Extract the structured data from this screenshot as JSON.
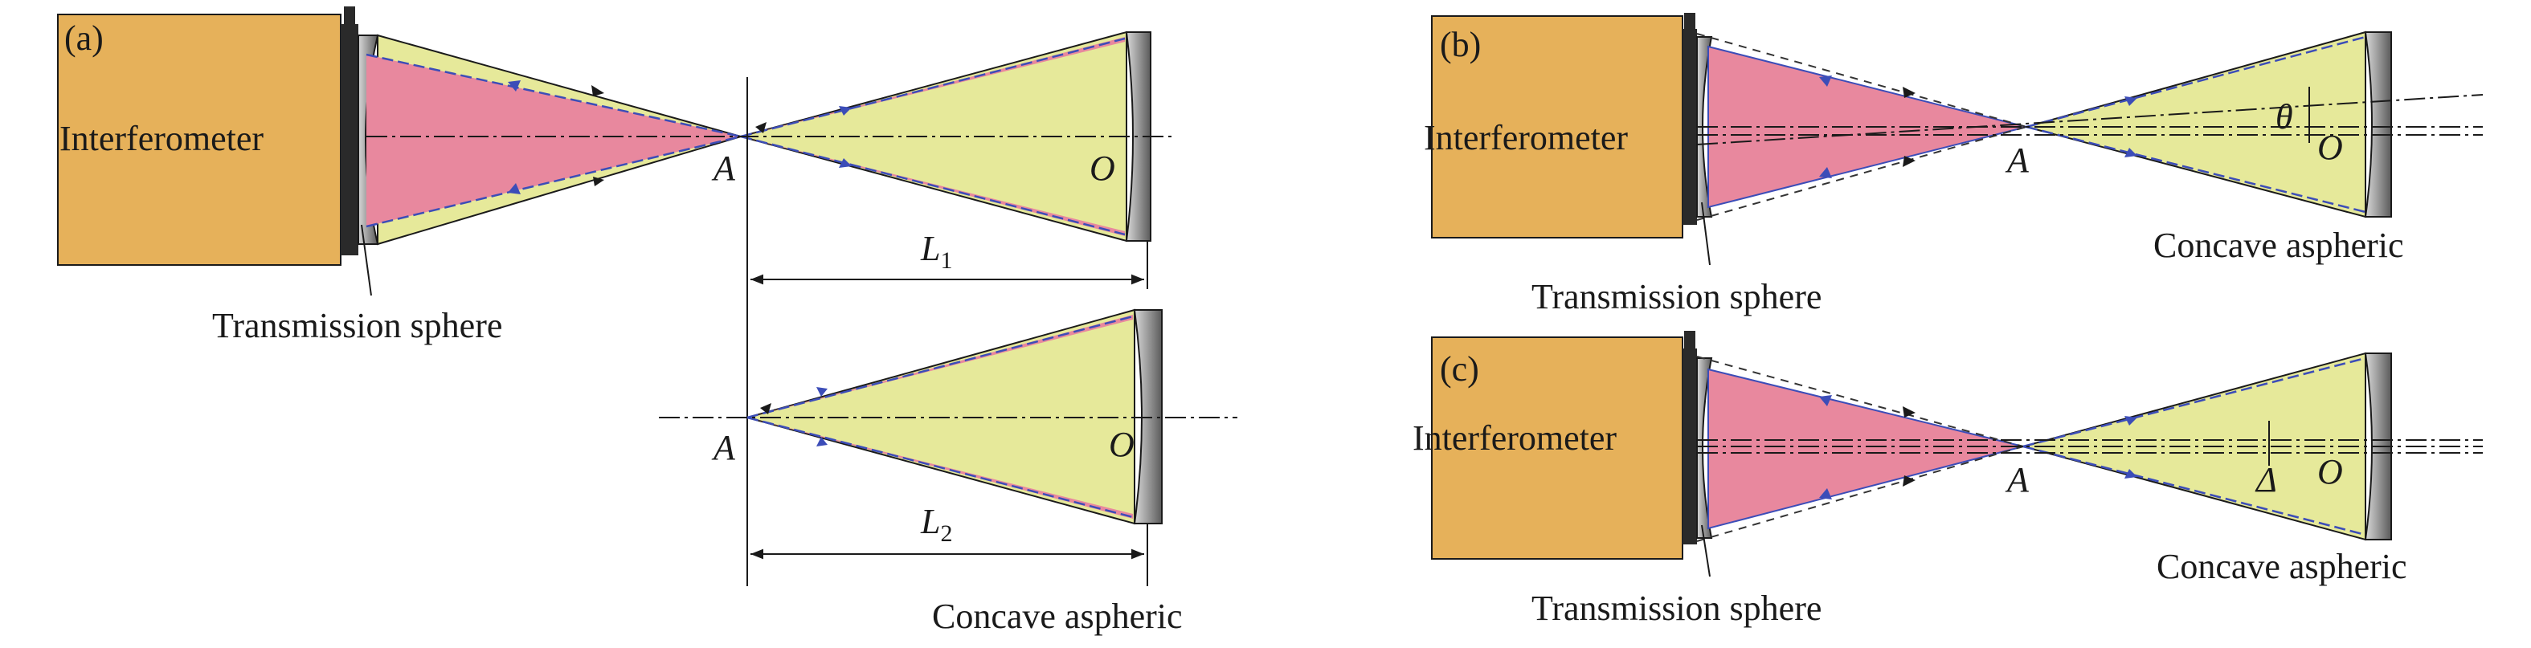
{
  "panels": {
    "a": {
      "tag": "(a)",
      "box": "Interferometer",
      "sphere": "Transmission sphere",
      "aspheric": "Concave aspheric",
      "point_A": "A",
      "point_O": "O",
      "dim1_main": "L",
      "dim1_sub": "1",
      "dim2_main": "L",
      "dim2_sub": "2"
    },
    "b": {
      "tag": "(b)",
      "box": "Interferometer",
      "sphere": "Transmission sphere",
      "aspheric": "Concave aspheric",
      "point_A": "A",
      "point_O": "O",
      "angle": "θ"
    },
    "c": {
      "tag": "(c)",
      "box": "Interferometer",
      "sphere": "Transmission sphere",
      "aspheric": "Concave aspheric",
      "point_A": "A",
      "point_O": "O",
      "offset": "Δ"
    }
  },
  "colors": {
    "interferometer_fill": "#E6B15A",
    "pink_cone": "#E8889E",
    "yellow_cone": "#E6E99A",
    "ray_blue": "#3C4DB8",
    "dashed_ray": "#333333",
    "mirror": "#8E8E8E"
  }
}
